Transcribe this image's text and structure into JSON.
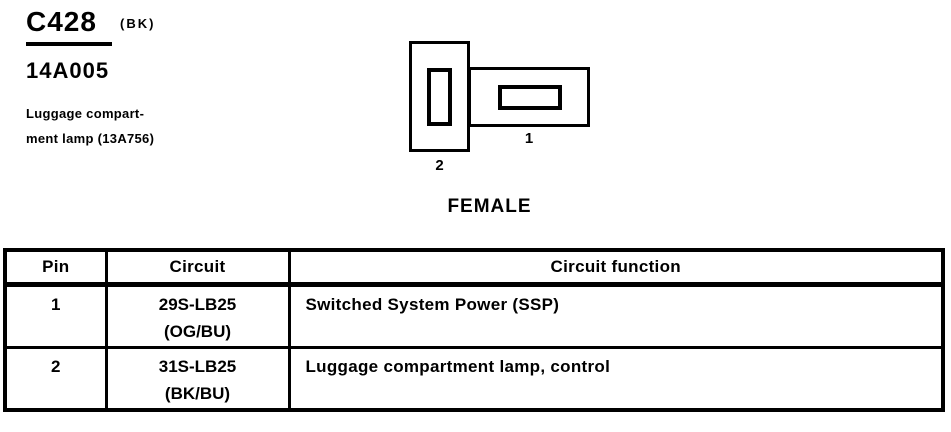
{
  "header": {
    "connector_id": "C428",
    "connector_color_code": "(BK)",
    "part_number": "14A005",
    "description_line1": "Luggage compart-",
    "description_line2": "ment lamp (13A756)"
  },
  "diagram": {
    "pin_1_label": "1",
    "pin_2_label": "2",
    "gender_label": "FEMALE"
  },
  "pinout_table": {
    "headers": {
      "pin": "Pin",
      "circuit": "Circuit",
      "function": "Circuit function"
    },
    "rows": [
      {
        "pin": "1",
        "circuit": "29S-LB25",
        "circuit_color": "(OG/BU)",
        "function": "Switched System Power (SSP)"
      },
      {
        "pin": "2",
        "circuit": "31S-LB25",
        "circuit_color": "(BK/BU)",
        "function": "Luggage compartment lamp, control"
      }
    ]
  },
  "colors": {
    "ink": "#000000",
    "paper": "#ffffff"
  }
}
